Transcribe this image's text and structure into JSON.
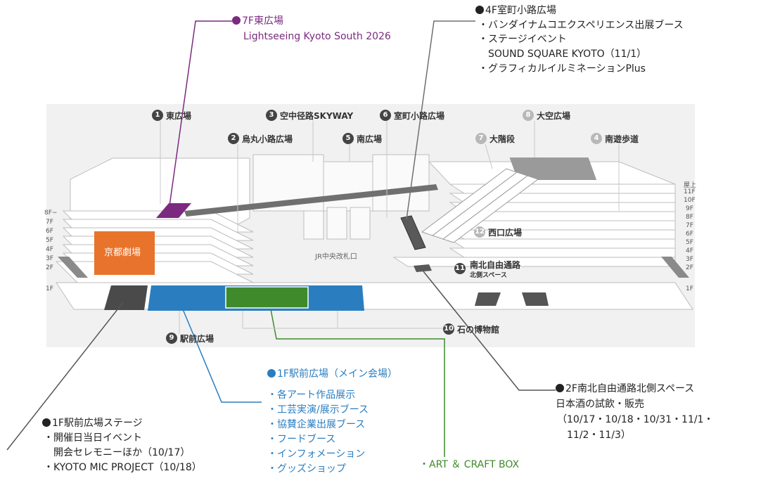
{
  "map": {
    "landmarks": [
      {
        "num": "1",
        "label": "東広場"
      },
      {
        "num": "2",
        "label": "烏丸小路広場"
      },
      {
        "num": "3",
        "label": "空中径路SKYWAY"
      },
      {
        "num": "5",
        "label": "南広場"
      },
      {
        "num": "6",
        "label": "室町小路広場"
      },
      {
        "num": "7",
        "label": "大階段"
      },
      {
        "num": "8",
        "label": "大空広場"
      },
      {
        "num": "4",
        "label": "南遊歩道"
      },
      {
        "num": "12",
        "label": "西口広場"
      },
      {
        "num": "11",
        "label": "南北自由通路",
        "sub": "北側スペース"
      },
      {
        "num": "10",
        "label": "石の博物館"
      },
      {
        "num": "9",
        "label": "駅前広場"
      }
    ],
    "floors_left": [
      "8F~",
      "7F",
      "6F",
      "5F",
      "4F",
      "3F",
      "2F",
      "1F"
    ],
    "floors_right": [
      "屋上",
      "11F",
      "10F",
      "9F",
      "8F",
      "7F",
      "6F",
      "5F",
      "4F",
      "3F",
      "2F",
      "1F"
    ],
    "theater_label": "京都劇場",
    "gate_label": "JR中央改札口",
    "colors": {
      "purple": "#7b2a7f",
      "blue": "#2a7ec0",
      "green": "#3f8a2a",
      "orange": "#e8742c",
      "dark": "#4a4a4a"
    }
  },
  "callouts": {
    "east7f": {
      "title": "7F東広場",
      "line1": "Lightseeing Kyoto South 2026"
    },
    "muromachi4f": {
      "title": "4F室町小路広場",
      "items": [
        "・バンダイナムコエクスペリエンス出展ブース",
        "・ステージイベント",
        "　SOUND SQUARE KYOTO（11/1）",
        "・グラフィカルイルミネーションPlus"
      ]
    },
    "main1f": {
      "title": "1F駅前広場（メイン会場）",
      "items": [
        "・各アート作品展示",
        "・工芸実演/展示ブース",
        "・協賛企業出展ブース",
        "・フードブース",
        "・インフォメーション",
        "・グッズショップ"
      ]
    },
    "stage1f": {
      "title": "1F駅前広場ステージ",
      "items": [
        "・開催日当日イベント",
        "　開会セレモニーほか（10/17）",
        "・KYOTO MIC PROJECT（10/18）"
      ]
    },
    "north2f": {
      "title": "2F南北自由通路北側スペース",
      "items": [
        "日本酒の試飲・販売",
        "（10/17・10/18・10/31・11/1・",
        "　11/2・11/3）"
      ]
    },
    "artcraft": {
      "title": "・ART ＆ CRAFT BOX"
    }
  }
}
